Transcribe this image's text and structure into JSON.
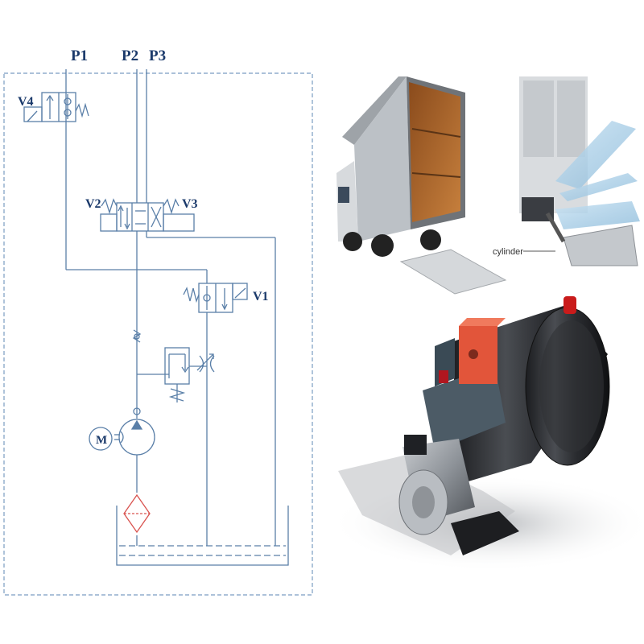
{
  "colors": {
    "line": "#5a7fa8",
    "label": "#1b3a6b",
    "filter": "#d9534f",
    "frame": "#7a9cc2"
  },
  "diagram": {
    "ports": {
      "p1": "P1",
      "p2": "P2",
      "p3": "P3"
    },
    "valves": {
      "v1": "V1",
      "v2": "V2",
      "v3": "V3",
      "v4": "V4"
    },
    "motor": "M"
  },
  "photos": {
    "tailgate": {
      "callout": "cylinder"
    }
  }
}
